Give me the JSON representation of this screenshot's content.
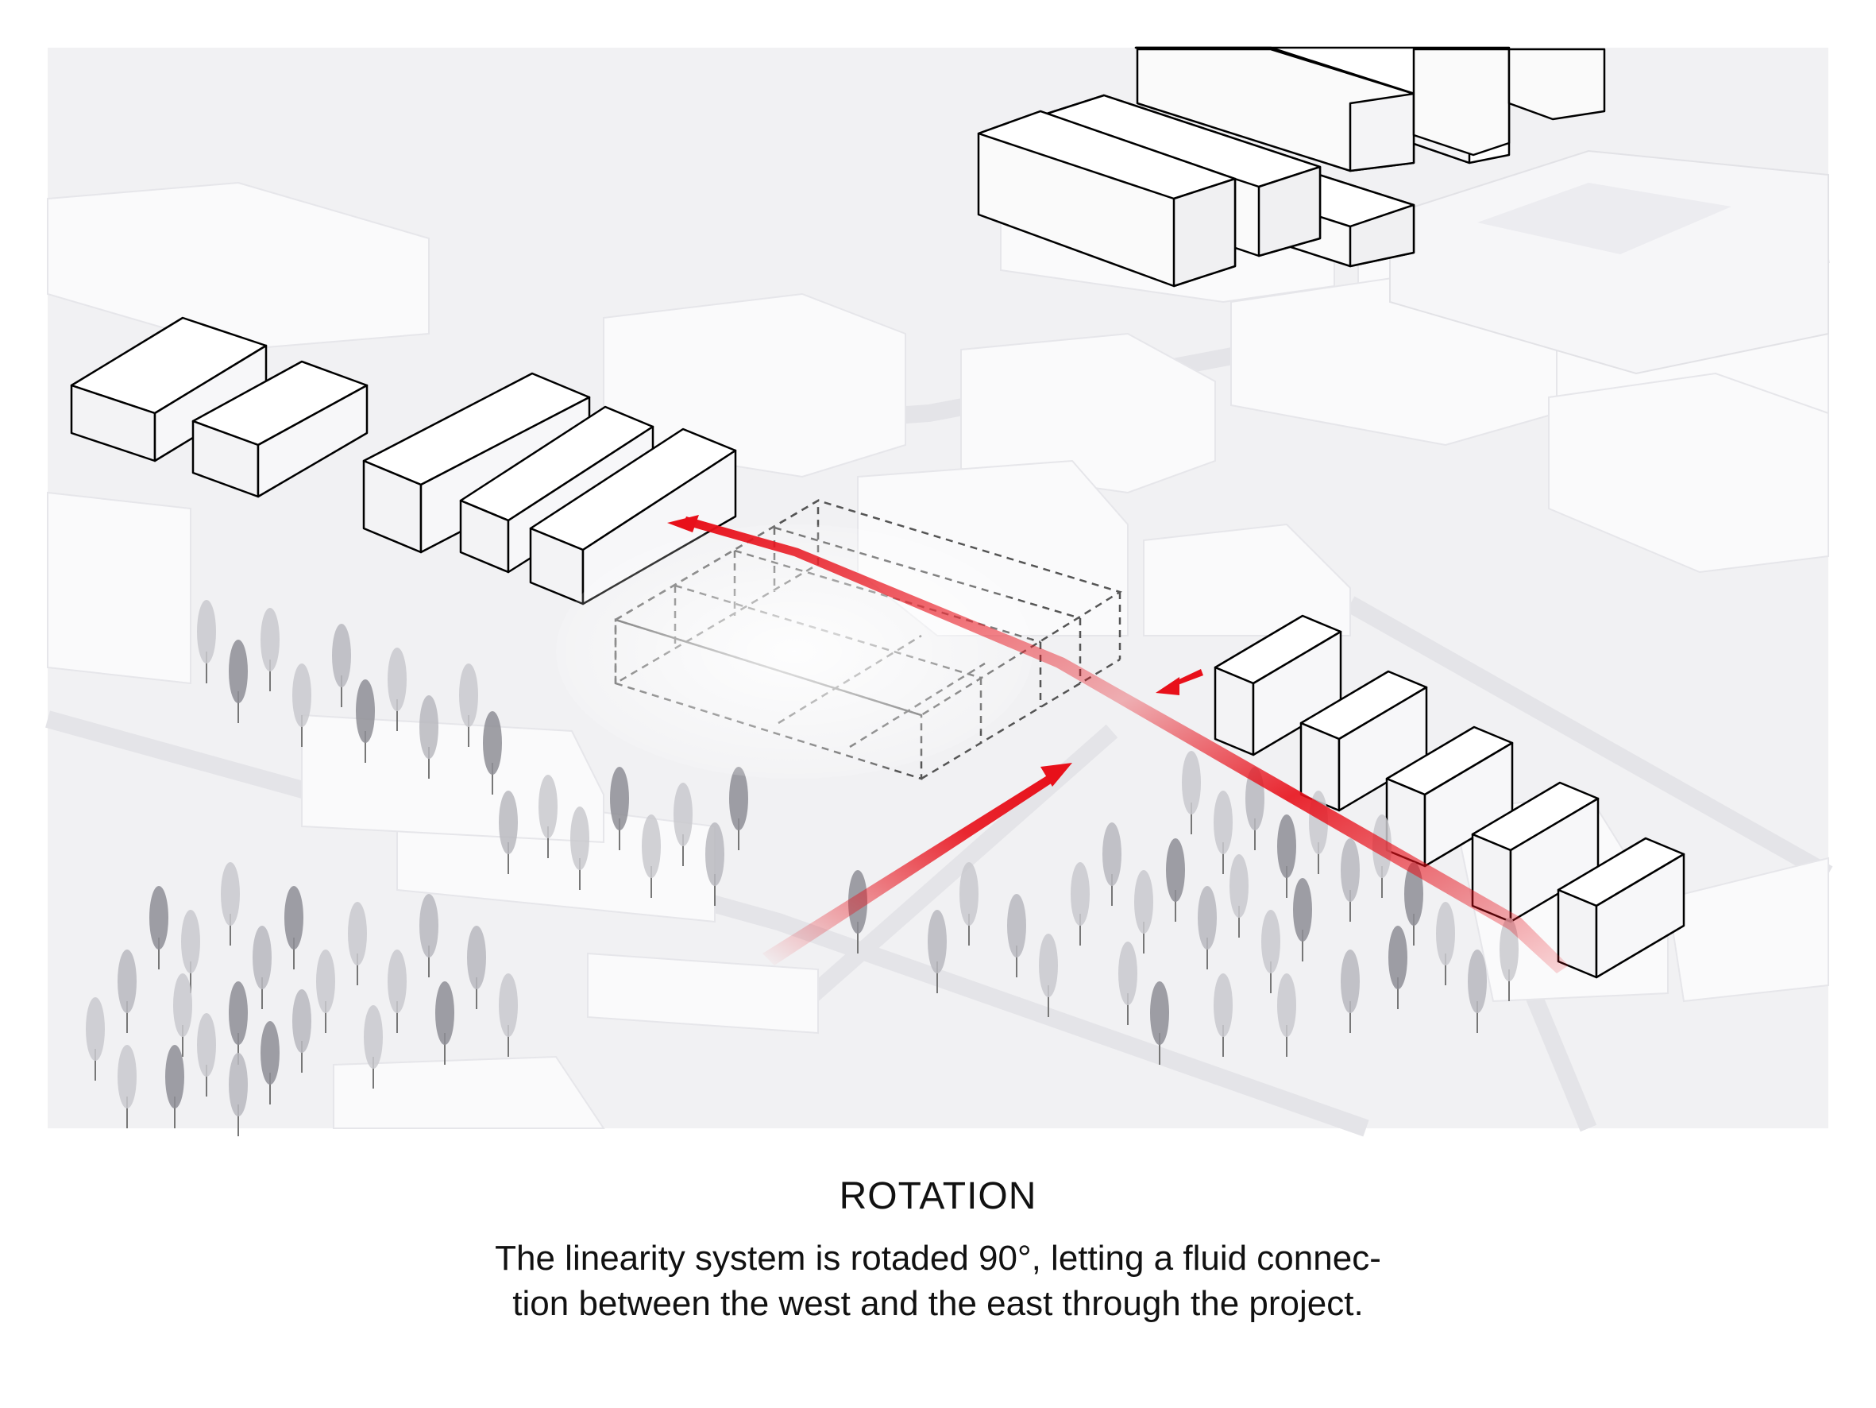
{
  "caption": {
    "title": "ROTATION",
    "lines": [
      "The linearity system is rotaded 90°, letting a fluid connec-",
      "tion between the west and the east through the project."
    ]
  },
  "colors": {
    "background": "#ffffff",
    "ground": "#f1f1f3",
    "context_massing": "#fafafb",
    "highlighted_block_stroke": "#000000",
    "dashed_outline": "#555555",
    "arrow": "#e8101a",
    "trees": "#9a9aa0"
  },
  "diagram": {
    "description_icons": [
      "context-building-icon",
      "highlighted-block-icon",
      "dashed-project-volume-icon",
      "connection-arrow-icon",
      "tree-icon"
    ]
  }
}
